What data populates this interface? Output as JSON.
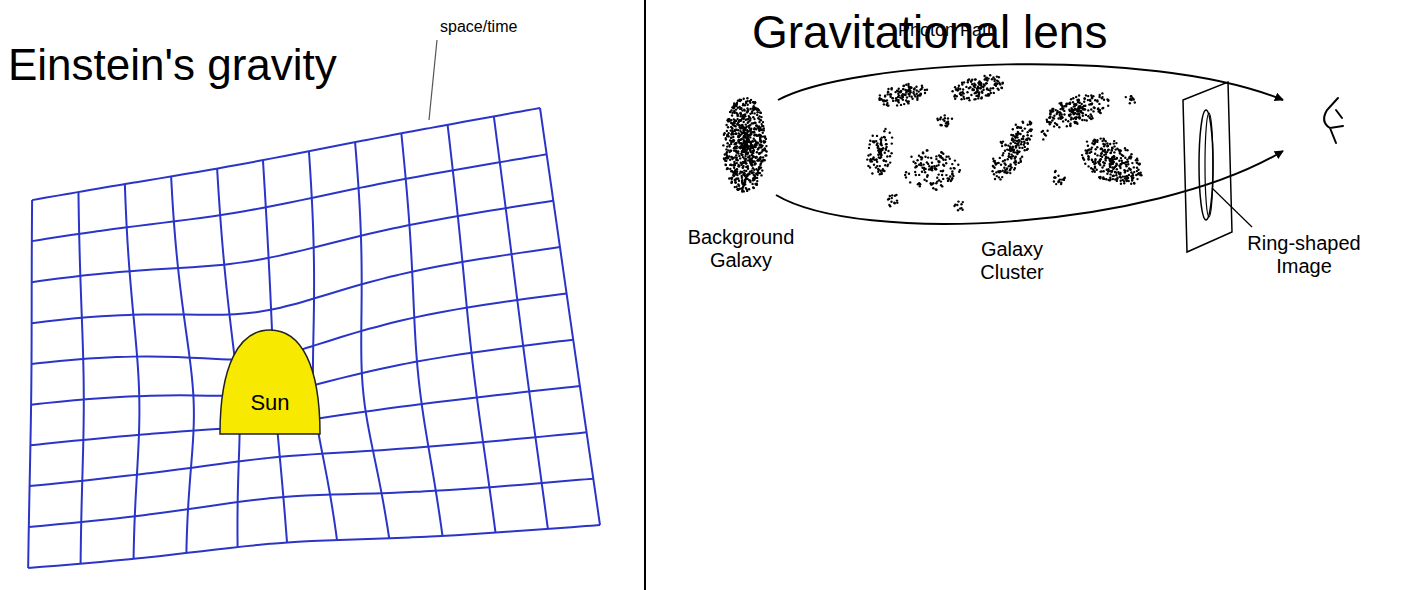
{
  "diagram": {
    "nodes": [
      {
        "text": [
          "Sun"
        ]
      }
    ],
    "labels": [
      "Einstein's gravity",
      "space/time",
      "Gravitational lens",
      "Photon Path",
      "Background Galaxy",
      "Galaxy Cluster",
      "Ring-shaped Image"
    ]
  }
}
